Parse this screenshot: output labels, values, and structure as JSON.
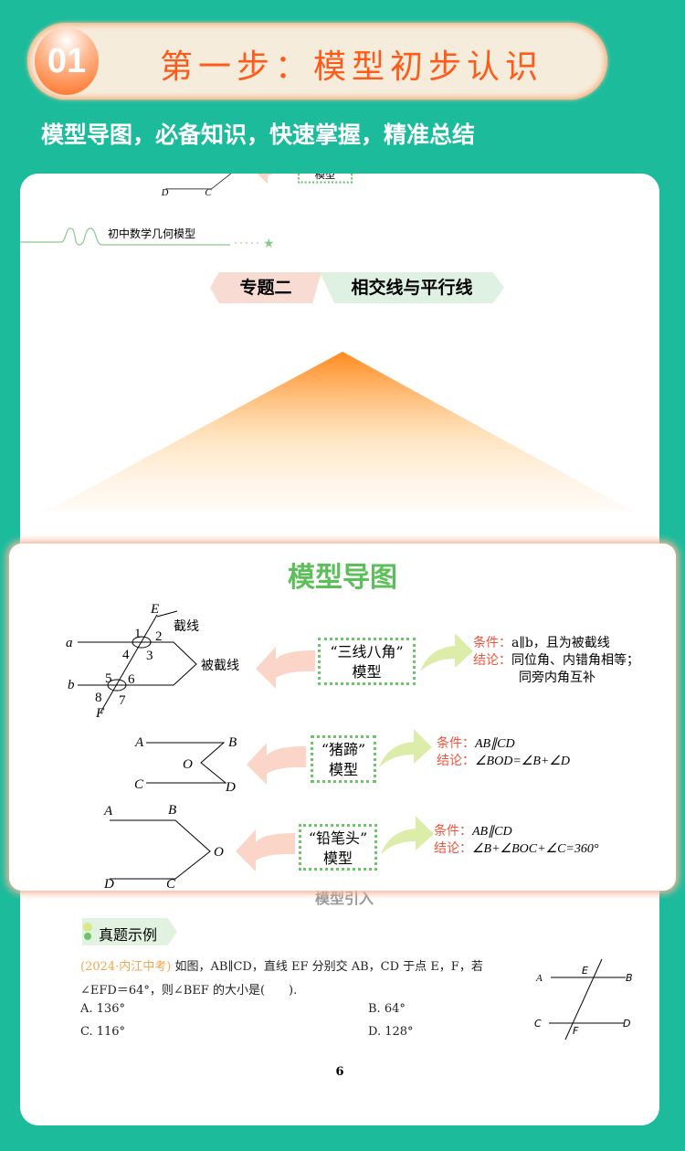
{
  "header": {
    "step_number": "01",
    "title": "第一步：模型初步认识",
    "subtitle": "模型导图，必备知识，快速掌握，精准总结"
  },
  "page": {
    "running_head": "初中数学几何模型",
    "topic_label": "专题二",
    "topic_title": "相交线与平行线",
    "page_number": "6",
    "next_section": "模型引入"
  },
  "mind_map": {
    "title": "模型导图",
    "models": [
      {
        "name_line1": "“三线八角”",
        "name_line2": "模型",
        "condition_label": "条件：",
        "condition": "a∥b，且为被截线",
        "conclusion_label": "结论：",
        "conclusion": "同位角、内错角相等；",
        "conclusion2": "同旁内角互补",
        "labels": {
          "a": "a",
          "b": "b",
          "E": "E",
          "F": "F",
          "n1": "1",
          "n2": "2",
          "n3": "3",
          "n4": "4",
          "n5": "5",
          "n6": "6",
          "n7": "7",
          "n8": "8",
          "transversal": "截线",
          "cut_lines": "被截线"
        }
      },
      {
        "name_line1": "“猪蹄”",
        "name_line2": "模型",
        "condition_label": "条件：",
        "condition": "AB∥CD",
        "conclusion_label": "结论：",
        "conclusion": "∠BOD=∠B+∠D",
        "labels": {
          "A": "A",
          "B": "B",
          "C": "C",
          "D": "D",
          "O": "O"
        }
      },
      {
        "name_line1": "“铅笔头”",
        "name_line2": "模型",
        "condition_label": "条件：",
        "condition": "AB∥CD",
        "conclusion_label": "结论：",
        "conclusion": "∠B+∠BOC+∠C=360°",
        "labels": {
          "A": "A",
          "B": "B",
          "C": "C",
          "D": "D",
          "O": "O"
        }
      }
    ]
  },
  "example": {
    "tag": "真题示例",
    "source": "(2024·内江中考)",
    "stem1": "如图，AB∥CD，直线 EF 分别交 AB，CD 于点 E，F，若",
    "stem2": "∠EFD＝64°，则∠BEF 的大小是(　　).",
    "options": [
      "A. 136°",
      "B. 64°",
      "C. 116°",
      "D. 128°"
    ],
    "figure_labels": {
      "A": "A",
      "B": "B",
      "C": "C",
      "D": "D",
      "E": "E",
      "F": "F"
    }
  },
  "colors": {
    "background": "#1cbb9c",
    "accent_orange": "#ff5a1a",
    "accent_green": "#5cbf5a",
    "condition_red": "#f0533a"
  }
}
